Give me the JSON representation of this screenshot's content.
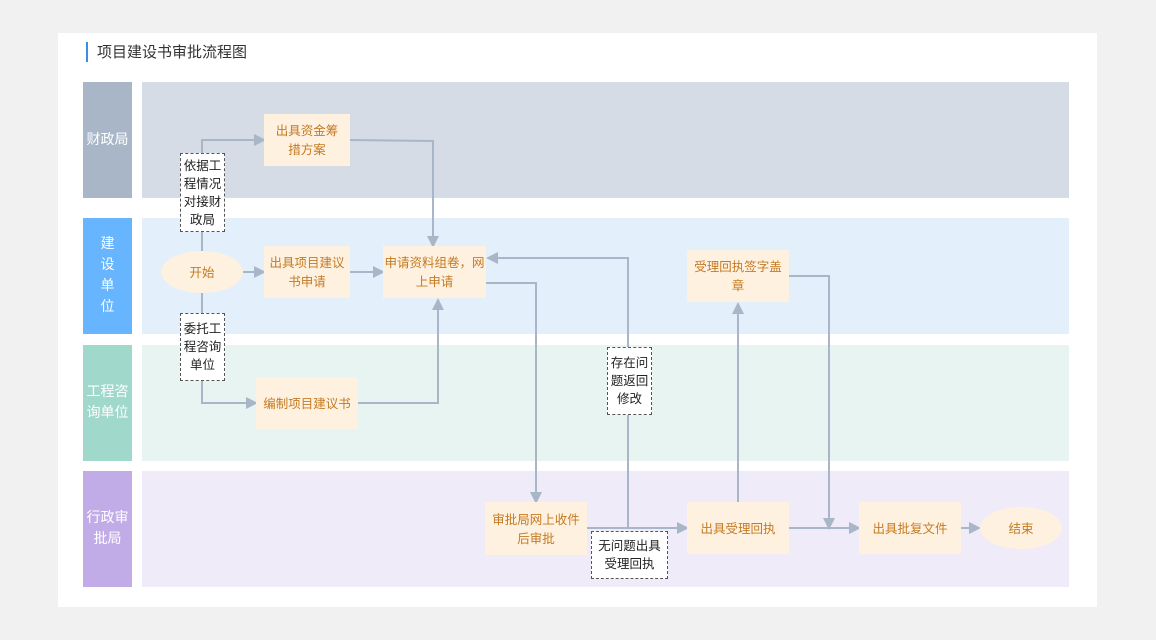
{
  "title": "项目建设书审批流程图",
  "colors": {
    "accent": "#3a8ee6",
    "node_fill": "#fff1e0",
    "node_text": "#c47a22",
    "edge": "#a9b6c8"
  },
  "lanes": [
    {
      "id": "finance",
      "label": "财政局",
      "head_color": "#a9b6c8",
      "body_color": "#d5dce6"
    },
    {
      "id": "builder",
      "label": "建设单位",
      "head_color": "#66b5fe",
      "body_color": "#e3effb"
    },
    {
      "id": "consult",
      "label": "工程咨询单位",
      "head_color": "#a0d8cb",
      "body_color": "#e7f4f1"
    },
    {
      "id": "admin",
      "label": "行政审批局",
      "head_color": "#c2ace7",
      "body_color": "#efebf9"
    }
  ],
  "nodes": {
    "start": "开始",
    "fund_plan": "出具资金筹措方案",
    "proposal_request": "出具项目建议书申请",
    "online_apply": "申请资料组卷，网上申请",
    "compile_proposal": "编制项目建议书",
    "receipt_sign": "受理回执签字盖章",
    "online_review": "审批局网上收件后审批",
    "issue_receipt": "出具受理回执",
    "issue_approval": "出具批复文件",
    "end": "结束"
  },
  "edge_labels": {
    "finance_contact": "依据工程情况对接财政局",
    "entrust_consult": "委托工程咨询单位",
    "return_fix": "存在问题返回修改",
    "no_issue": "无问题出具受理回执"
  }
}
